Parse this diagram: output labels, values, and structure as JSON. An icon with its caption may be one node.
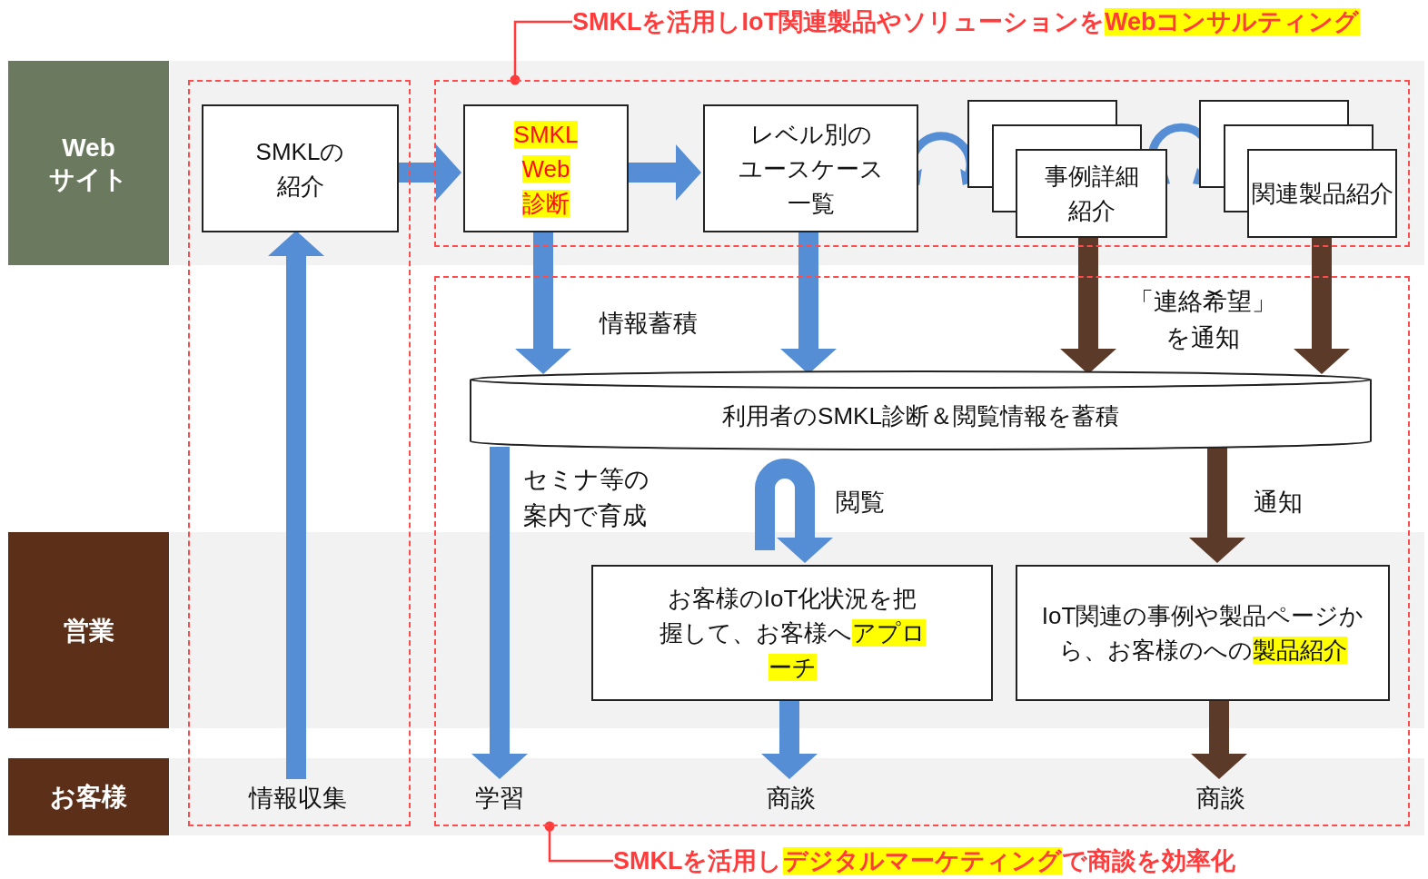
{
  "diagram": {
    "nodes": [
      {
        "text": [
          "Web サイト"
        ]
      },
      {
        "text": [
          "営業"
        ]
      },
      {
        "text": [
          "お客様"
        ]
      },
      {
        "text": [
          "SMKLを活用しIoT関連製品やソリューションを**Webコンサルティング**"
        ]
      },
      {
        "text": [],
        "shape": "box"
      },
      {
        "text": [],
        "shape": "box"
      },
      {
        "text": [],
        "shape": "box"
      },
      {
        "text": [
          "SMKLの紹介"
        ],
        "in": 4
      },
      {
        "text": [
          "SMKL Web 診断"
        ],
        "in": 5
      },
      {
        "text": [
          "レベル別のユースケース一覧"
        ],
        "in": 5
      },
      {
        "text": [
          "事例詳細紹介"
        ],
        "in": 5
      },
      {
        "text": [
          "関連製品紹介"
        ],
        "in": 5
      },
      {
        "text": [
          "利用者のSMKL診断＆閲覧情報を蓄積"
        ],
        "in": 6
      },
      {
        "text": [
          "お客様のIoT化状況を把握して、お客様へ**アプローチ**"
        ],
        "in": 6
      },
      {
        "text": [
          "IoT関連の事例や製品ページから、お客様のへの**製品紹介**"
        ],
        "in": 6
      },
      {
        "text": [
          "情報収集"
        ],
        "in": 4
      },
      {
        "text": [
          "学習"
        ],
        "in": 6
      },
      {
        "text": [
          "商談"
        ],
        "in": 6
      },
      {
        "text": [
          "商談"
        ],
        "in": 6
      },
      {
        "text": [
          "SMKLを活用し**デジタルマーケティング**で商談を効率化"
        ]
      }
    ],
    "edges": [
      {
        "from": 15,
        "to": 7,
        "arrow": "to"
      },
      {
        "from": 7,
        "to": 8,
        "arrow": "to"
      },
      {
        "from": 8,
        "to": 9,
        "arrow": "to"
      },
      {
        "from": 9,
        "to": 10,
        "arrow": "both"
      },
      {
        "from": 10,
        "to": 11,
        "arrow": "both"
      },
      {
        "from": 8,
        "to": 12,
        "arrow": "to"
      },
      {
        "from": 9,
        "to": 12,
        "arrow": "to"
      },
      {
        "from": 10,
        "to": 12,
        "arrow": "to",
        "color": "#5b3a29"
      },
      {
        "from": 11,
        "to": 12,
        "arrow": "to",
        "color": "#5b3a29"
      },
      {
        "from": 12,
        "to": 16,
        "arrow": "to"
      },
      {
        "from": null,
        "to": 13,
        "arrow": "to",
        "label": "閲覧"
      },
      {
        "from": 12,
        "to": 14,
        "arrow": "to",
        "color": "#5b3a29",
        "label": "通知"
      },
      {
        "from": 13,
        "to": 17,
        "arrow": "to"
      },
      {
        "from": 14,
        "to": 18,
        "arrow": "to",
        "color": "#5b3a29"
      },
      {
        "from": 3,
        "to": 5,
        "arrow": "other",
        "color": "#ff3b3b"
      },
      {
        "from": 19,
        "to": 6,
        "arrow": "other",
        "color": "#ff3b3b"
      }
    ],
    "labels": [
      "情報蓄積",
      "「連絡希望」を通知",
      "セミナ等の案内で育成"
    ]
  }
}
